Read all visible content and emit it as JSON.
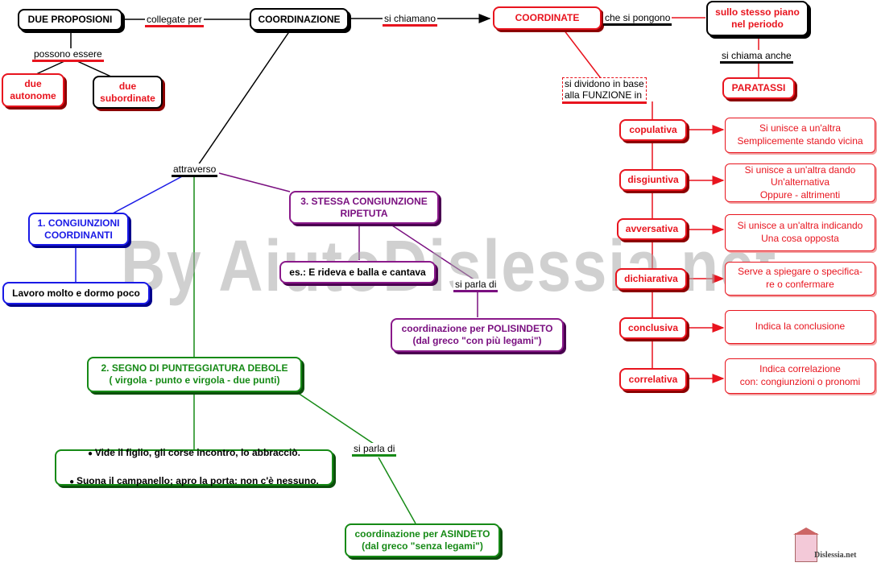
{
  "watermark": "By AiutoDislessia.net",
  "logo_text": "Dislessia.net",
  "nodes": {
    "due_proposioni": "DUE PROPOSIONI",
    "coordinazione": "COORDINAZIONE",
    "coordinate": "COORDINATE",
    "stesso_piano": "sullo stesso piano\nnel periodo",
    "paratassi": "PARATASSI",
    "due_autonome": "due\nautonome",
    "due_subordinate": "due\nsubordinate",
    "congiunzioni_coordinanti": "1. CONGIUNZIONI\nCOORDINANTI",
    "lavoro": "Lavoro molto e dormo poco",
    "stessa_congiunzione": "3. STESSA CONGIUNZIONE\nRIPETUTA",
    "esempio_rideva": "es.: E rideva e balla e cantava",
    "polisindeto": "coordinazione per POLISINDETO\n(dal greco \"con più legami\")",
    "segno_punteggiatura": "2. SEGNO DI PUNTEGGIATURA DEBOLE\n( virgola - punto e virgola - due punti)",
    "esempi_asindeto": [
      "Vide il figlio, gli corse incontro, lo abbracciò.",
      "Suona il campanello; apro la porta: non c'è nessuno."
    ],
    "asindeto": "coordinazione per ASINDETO\n(dal greco \"senza legami\")"
  },
  "labels": {
    "collegate_per": "collegate per",
    "si_chiamano": "si chiamano",
    "che_si_pongono": "che si pongono",
    "si_chiama_anche": "si chiama anche",
    "possono_essere": "possono essere",
    "si_dividono": "si dividono in base\nalla FUNZIONE in",
    "attraverso": "attraverso",
    "si_parla_di_1": "si parla di",
    "si_parla_di_2": "si parla di"
  },
  "functions": [
    {
      "name": "copulativa",
      "description": "Si unisce a un'altra\nSemplicemente stando vicina"
    },
    {
      "name": "disgiuntiva",
      "description": "Si unisce a un'altra dando\nUn'alternativa\nOppure - altrimenti"
    },
    {
      "name": "avversativa",
      "description": "Si unisce a un'altra indicando\nUna cosa opposta"
    },
    {
      "name": "dichiarativa",
      "description": "Serve a spiegare o specifica-\nre o confermare"
    },
    {
      "name": "conclusiva",
      "description": "Indica la conclusione"
    },
    {
      "name": "correlativa",
      "description": "Indica  correlazione\ncon: congiunzioni o pronomi"
    }
  ],
  "colors": {
    "red": "#e8141e",
    "blue": "#1a1ae6",
    "green": "#168a16",
    "purple": "#7a1080",
    "black": "#000000"
  }
}
